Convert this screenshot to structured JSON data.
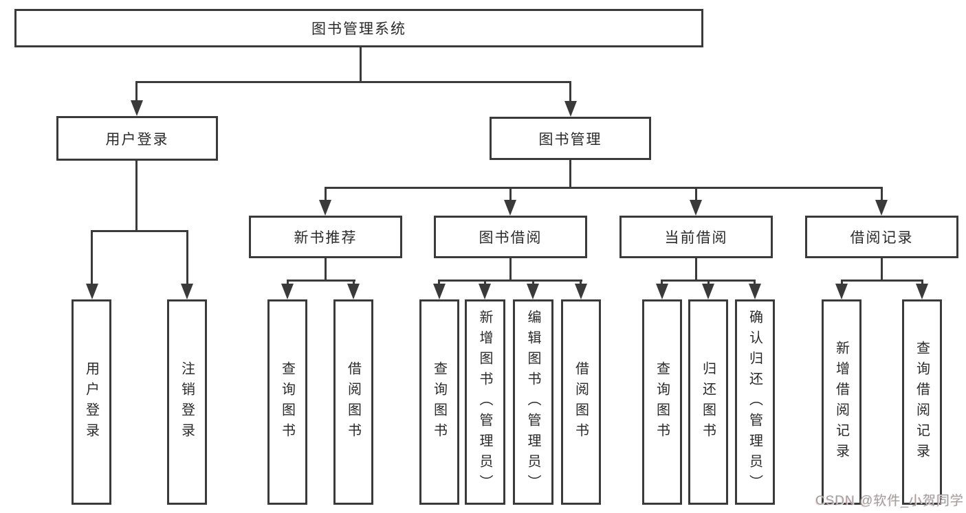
{
  "tree": {
    "label": "图书管理系统",
    "children": [
      {
        "label": "用户登录",
        "children": [
          {
            "label": "用户登录"
          },
          {
            "label": "注销登录"
          }
        ]
      },
      {
        "label": "图书管理",
        "children": [
          {
            "label": "新书推荐",
            "children": [
              {
                "label": "查询图书"
              },
              {
                "label": "借阅图书"
              }
            ]
          },
          {
            "label": "图书借阅",
            "children": [
              {
                "label": "查询图书"
              },
              {
                "label": "新增图书（管理员）"
              },
              {
                "label": "编辑图书（管理员）"
              },
              {
                "label": "借阅图书"
              }
            ]
          },
          {
            "label": "当前借阅",
            "children": [
              {
                "label": "查询图书"
              },
              {
                "label": "归还图书"
              },
              {
                "label": "确认归还（管理员）"
              }
            ]
          },
          {
            "label": "借阅记录",
            "children": [
              {
                "label": "新增借阅记录"
              },
              {
                "label": "查询借阅记录"
              }
            ]
          }
        ]
      }
    ]
  },
  "watermark": {
    "text": "CSDN @软件_小贺同学"
  },
  "colors": {
    "line": "#3a3a3a",
    "box_border": "#3a3a3a",
    "text": "#2a2a2a",
    "watermark": "#9f9f9f",
    "background": "#ffffff"
  }
}
